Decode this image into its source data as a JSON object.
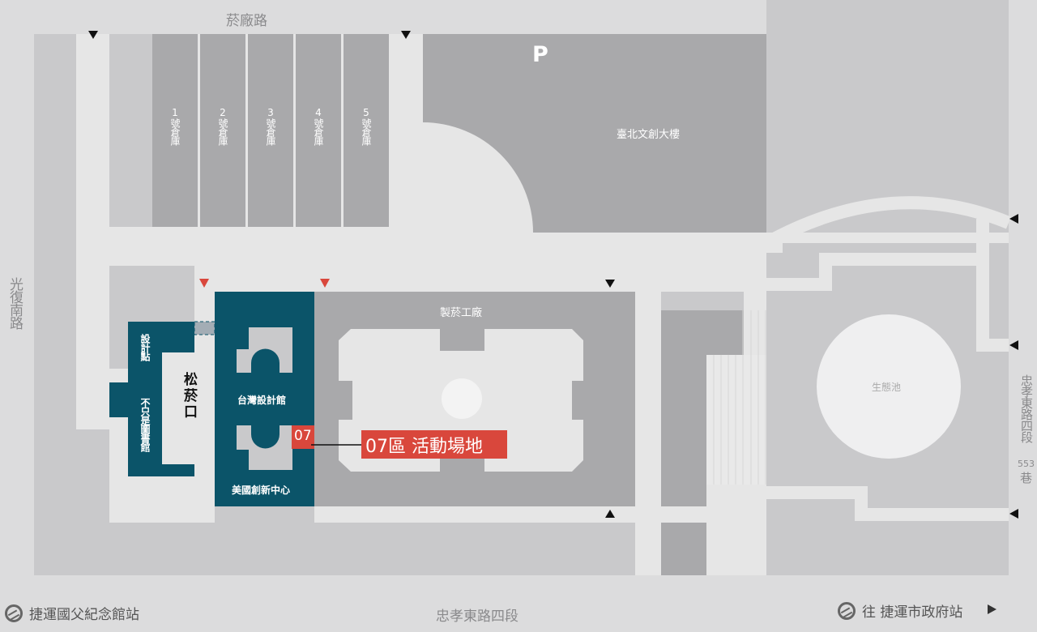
{
  "roads": {
    "top": "菸廠路",
    "left": "光復南路",
    "bottom": "忠孝東路四段",
    "right": "忠孝東路四段",
    "right_lane_number": "553",
    "right_lane_suffix": "巷"
  },
  "warehouses": [
    {
      "num": "1",
      "label": "號倉庫"
    },
    {
      "num": "2",
      "label": "號倉庫"
    },
    {
      "num": "3",
      "label": "號倉庫"
    },
    {
      "num": "4",
      "label": "號倉庫"
    },
    {
      "num": "5",
      "label": "號倉庫"
    }
  ],
  "buildings": {
    "parking": "P",
    "culture_tower": "臺北文創大樓",
    "factory": "製菸工廠",
    "pond": "生態池",
    "design_point": "設計點",
    "library": "不只是圖書館",
    "entrance": "松菸口",
    "taiwan_design": "台灣設計館",
    "us_innovation": "美國創新中心"
  },
  "highlight": {
    "code": "07",
    "label": "07區 活動場地",
    "color": "#d9473c"
  },
  "mrt": {
    "left": "捷運國父紀念館站",
    "right": "往 捷運市政府站"
  },
  "colors": {
    "teal": "#0b5469",
    "path": "#e6e6e6",
    "light_block": "#c9c9cb",
    "dark_block": "#a9a9ab"
  }
}
